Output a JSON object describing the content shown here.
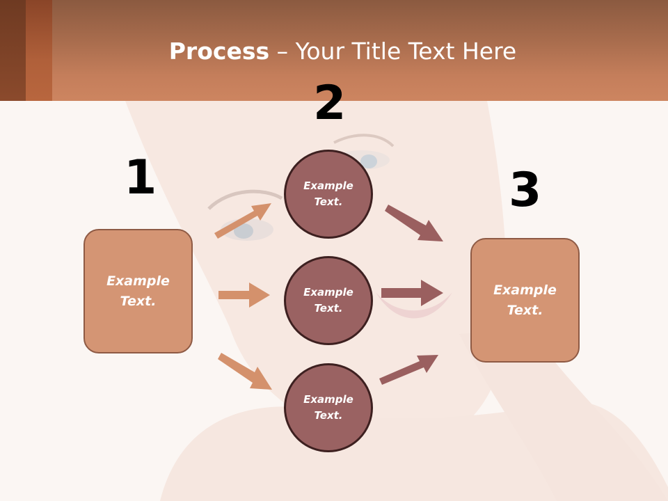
{
  "slide": {
    "title_bold": "Process",
    "title_rest": " – Your Title Text Here",
    "colors": {
      "header_top": "#8b5a40",
      "header_bottom": "#cd8560",
      "box_fill": "#d49574",
      "box_border": "#8e5a44",
      "circle_fill": "#9a6262",
      "circle_border": "#3d2020",
      "arrow_left": "#d4916c",
      "arrow_right": "#9a5f5f",
      "background": "#fbf6f3"
    }
  },
  "steps": [
    {
      "number": "1",
      "label": "Example Text."
    },
    {
      "number": "2",
      "items": [
        {
          "label": "Example Text."
        },
        {
          "label": "Example Text."
        },
        {
          "label": "Example Text."
        }
      ]
    },
    {
      "number": "3",
      "label": "Example Text."
    }
  ]
}
